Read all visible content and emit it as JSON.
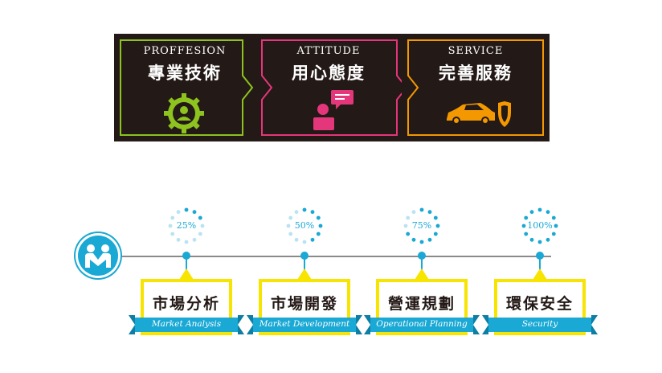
{
  "banner": {
    "panels": [
      {
        "en": "PROFFESION",
        "zh": "專業技術",
        "icon": "gear-person-icon",
        "color": "#8dc21f"
      },
      {
        "en": "ATTITUDE",
        "zh": "用心態度",
        "icon": "speech-person-icon",
        "color": "#e4367a"
      },
      {
        "en": "SERVICE",
        "zh": "完善服務",
        "icon": "car-shield-icon",
        "color": "#f39800"
      }
    ]
  },
  "timeline": {
    "hub_icon": "handshake-people-icon",
    "accent": "#1aa8d4",
    "highlight": "#f7e400",
    "steps": [
      {
        "percent": "25%",
        "title": "市場分析",
        "subtitle": "Market Analysis"
      },
      {
        "percent": "50%",
        "title": "市場開發",
        "subtitle": "Market Development"
      },
      {
        "percent": "75%",
        "title": "營運規劃",
        "subtitle": "Operational Planning"
      },
      {
        "percent": "100%",
        "title": "環保安全",
        "subtitle": "Security"
      }
    ]
  }
}
